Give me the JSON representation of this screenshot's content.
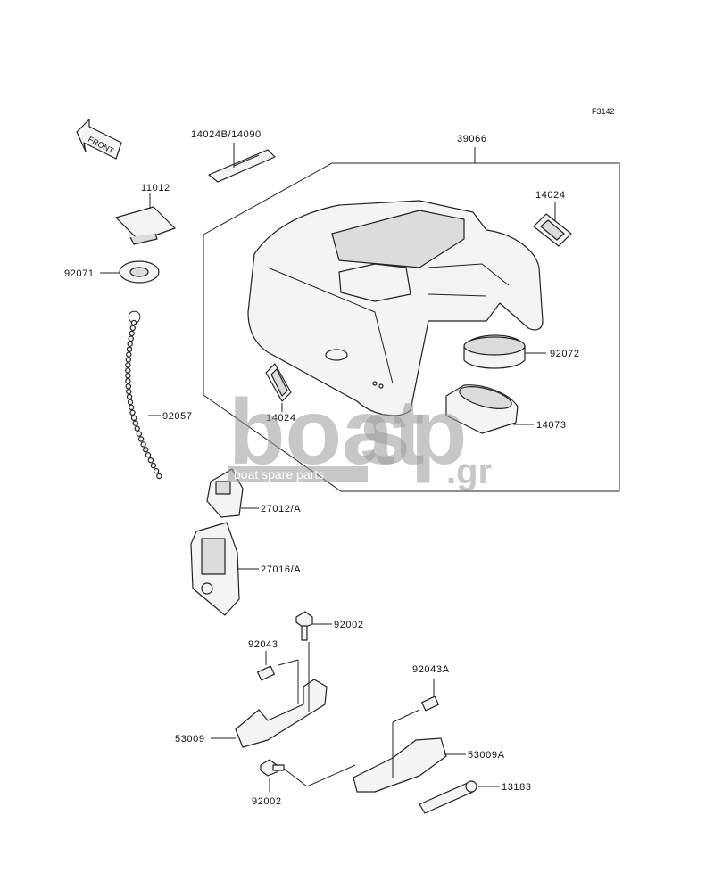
{
  "figure_code": "F3142",
  "front_arrow_label": "FRONT",
  "watermark": {
    "brand_left": "boat",
    "brand_right": "sp",
    "brand_suffix": ".gr",
    "tagline": "boat spare parts"
  },
  "parts": {
    "p14024b": "14024B/14090",
    "p39066": "39066",
    "p11012": "11012",
    "p14024_top": "14024",
    "p92071": "92071",
    "p92072": "92072",
    "p92057": "92057",
    "p14024_mid": "14024",
    "p14073": "14073",
    "p27012": "27012/A",
    "p27016": "27016/A",
    "p92002_top": "92002",
    "p92043": "92043",
    "p92043a": "92043A",
    "p53009": "53009",
    "p53009a": "53009A",
    "p92002_bot": "92002",
    "p13183": "13183"
  }
}
